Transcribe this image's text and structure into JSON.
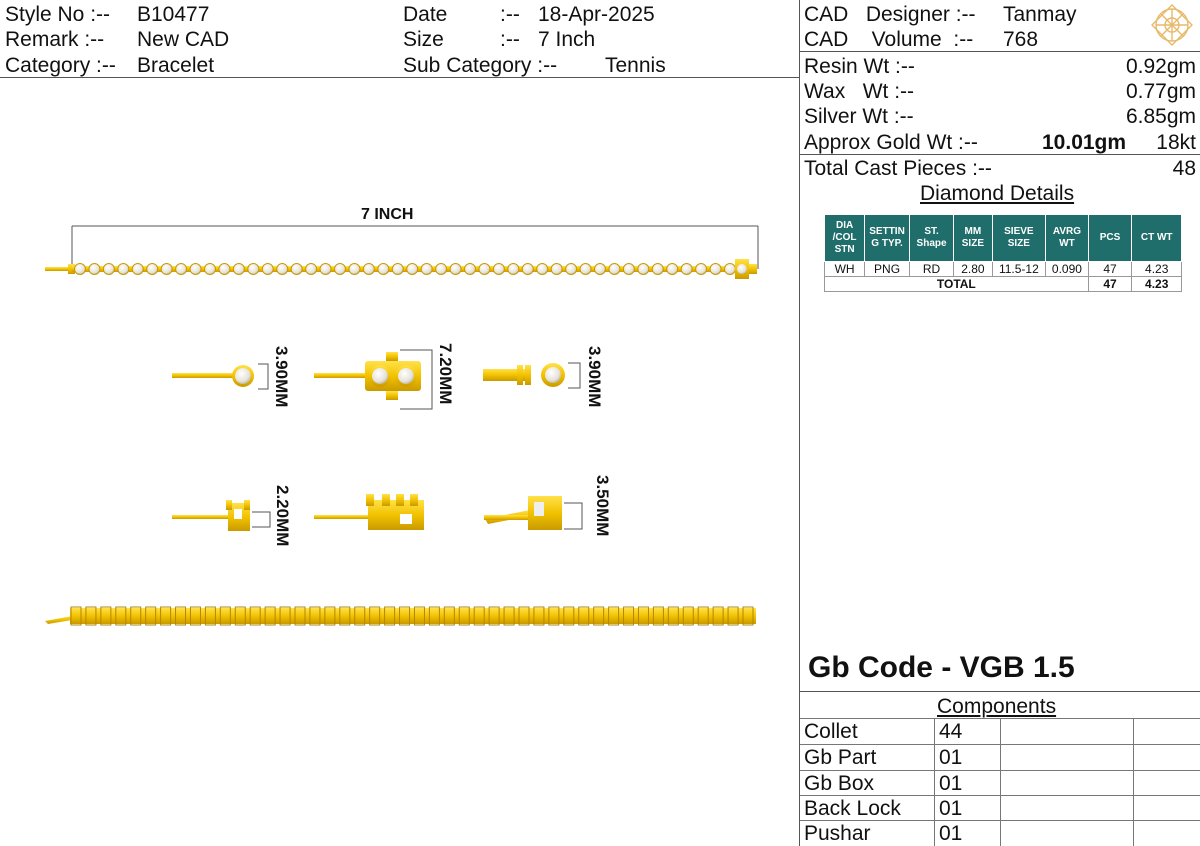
{
  "header": {
    "style_no_label": "Style No :--",
    "style_no": "B10477",
    "remark_label": "Remark  :--",
    "remark": "New CAD",
    "category_label": "Category :--",
    "category": "Bracelet",
    "date_label": "Date",
    "date_sep": ":--",
    "date": "18-Apr-2025",
    "size_label": "Size",
    "size_sep": ":--",
    "size": "7 Inch",
    "subcategory_label": "Sub Category :--",
    "subcategory": "Tennis"
  },
  "cad": {
    "designer_label": "CAD   Designer :--",
    "designer": "Tanmay",
    "volume_label": "CAD    Volume  :--",
    "volume": "768"
  },
  "weights": {
    "resin_label": "Resin Wt :--",
    "resin": "0.92gm",
    "wax_label": "Wax   Wt :--",
    "wax": "0.77gm",
    "silver_label": "Silver Wt :--",
    "silver": "6.85gm",
    "gold_label": "Approx Gold Wt :--",
    "gold": "10.01gm",
    "gold_karat": "18kt",
    "cast_label": "Total Cast Pieces :--",
    "cast": "48"
  },
  "diamond": {
    "title": "Diamond Details",
    "headers": [
      "DIA /COL STN",
      "SETTIN G TYP.",
      "ST. Shape",
      "MM SIZE",
      "SIEVE SIZE",
      "AVRG WT",
      "PCS",
      "CT WT"
    ],
    "rows": [
      [
        "WH",
        "PNG",
        "RD",
        "2.80",
        "11.5-12",
        "0.090",
        "47",
        "4.23"
      ]
    ],
    "total_label": "TOTAL",
    "total_pcs": "47",
    "total_ct": "4.23"
  },
  "drawing": {
    "length_label": "7 INCH",
    "dim1": "3.90MM",
    "dim2": "7.20MM",
    "dim3": "3.90MM",
    "dim4": "2.20MM",
    "dim5": "3.50MM"
  },
  "gb_code": "Gb Code - VGB 1.5",
  "components": {
    "title": "Components",
    "items": [
      {
        "name": "Collet",
        "qty": "44"
      },
      {
        "name": "Gb Part",
        "qty": "01"
      },
      {
        "name": "Gb Box",
        "qty": "01"
      },
      {
        "name": "Back Lock",
        "qty": "01"
      },
      {
        "name": "Pushar",
        "qty": "01"
      }
    ]
  },
  "colors": {
    "gold": "#f2c200",
    "gold_dark": "#c99a00",
    "teal": "#1f6e6b"
  }
}
